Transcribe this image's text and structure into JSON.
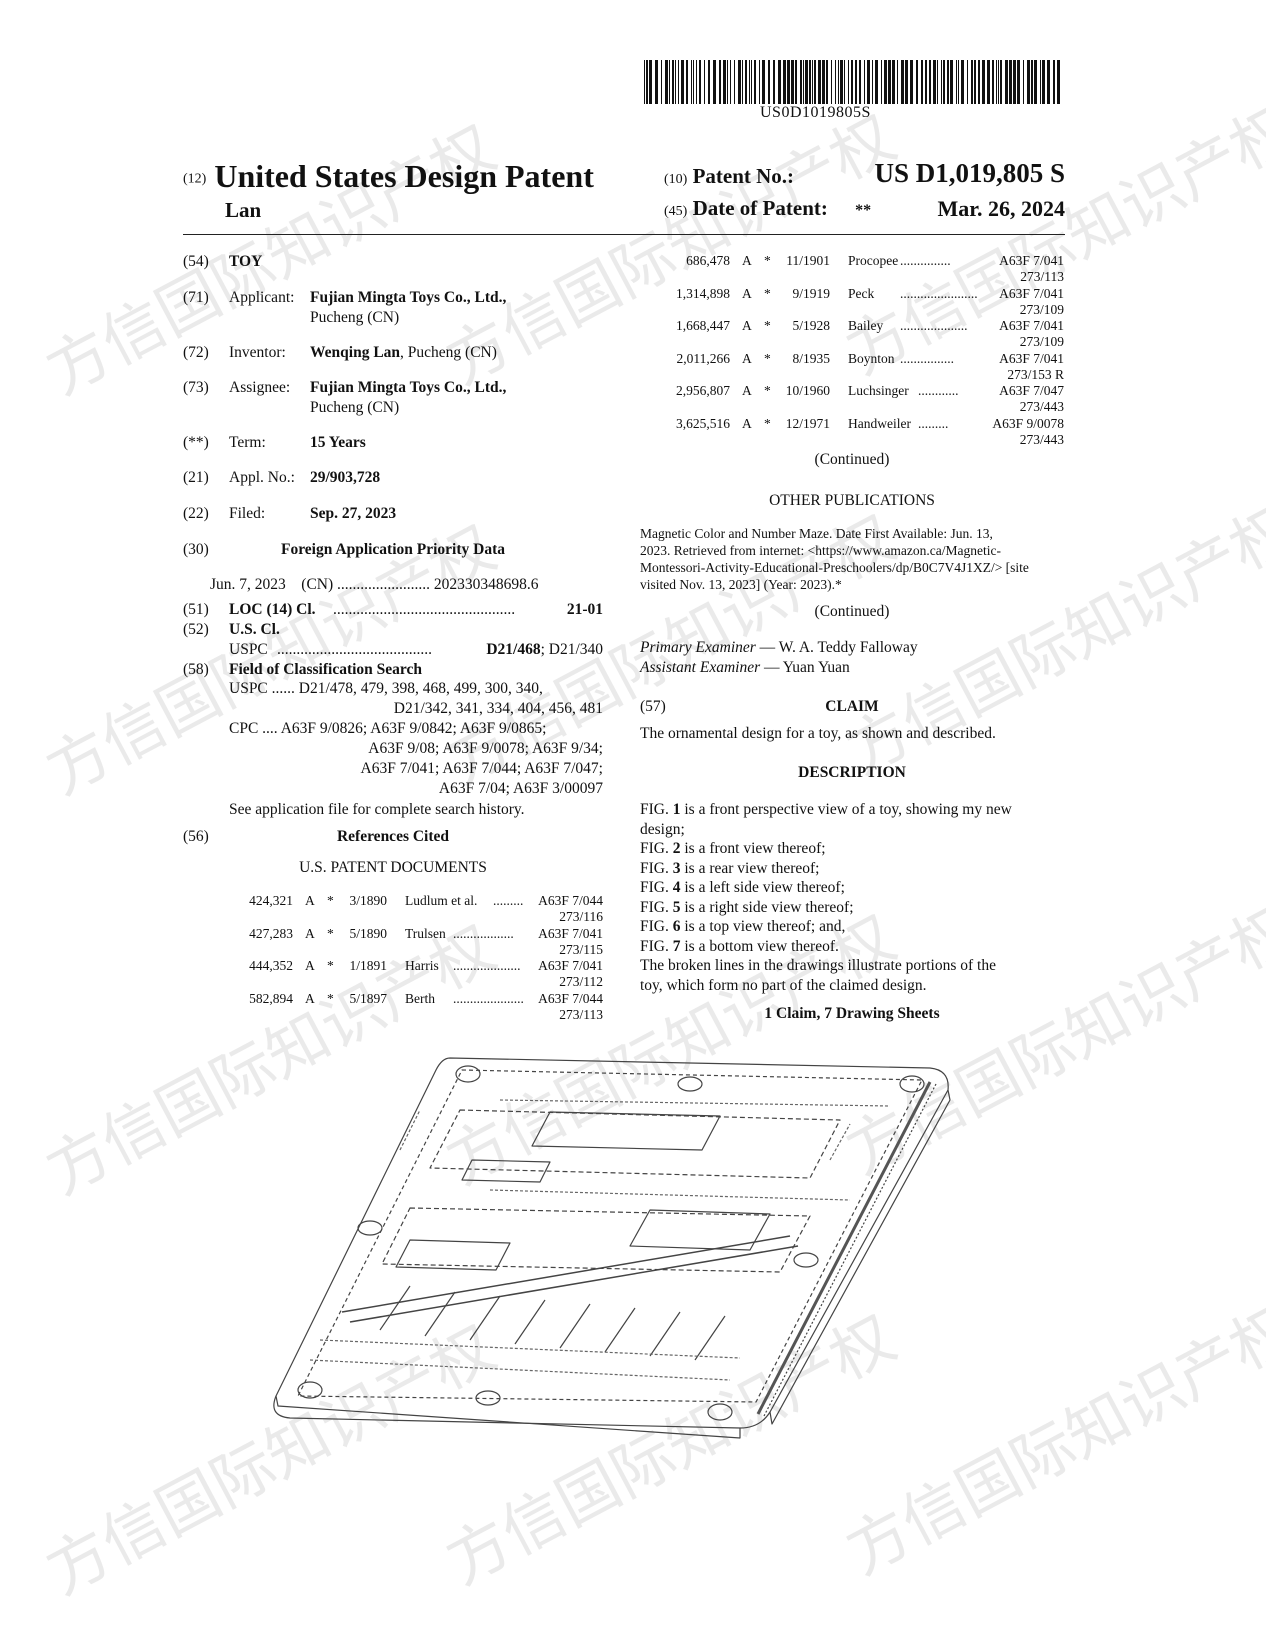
{
  "header": {
    "barcode_text": "US0D1019805S",
    "kind_code_12": "(12)",
    "title": "United States Design Patent",
    "inventor_short": "Lan",
    "code_10": "(10)",
    "patent_no_label": "Patent No.:",
    "patent_no": "US D1,019,805 S",
    "code_45": "(45)",
    "date_label": "Date of Patent:",
    "date_marker": "**",
    "date_value": "Mar. 26, 2024"
  },
  "fields": [
    {
      "code": "(54)",
      "label": "TOY",
      "value": ""
    },
    {
      "code": "(71)",
      "label": "Applicant:",
      "value": "Fujian Mingta Toys Co., Ltd.,",
      "value2": "Pucheng (CN)"
    },
    {
      "code": "(72)",
      "label": "Inventor:",
      "value": "Wenqing Lan",
      "value_rest": ", Pucheng (CN)"
    },
    {
      "code": "(73)",
      "label": "Assignee:",
      "value": "Fujian Mingta Toys Co., Ltd.,",
      "value2": "Pucheng (CN)"
    },
    {
      "code": "(**)",
      "label": "Term:",
      "value": "15 Years"
    },
    {
      "code": "(21)",
      "label": "Appl. No.:",
      "value": "29/903,728"
    },
    {
      "code": "(22)",
      "label": "Filed:",
      "value": "Sep. 27, 2023"
    }
  ],
  "priority": {
    "code": "(30)",
    "heading": "Foreign Application Priority Data",
    "line": "Jun. 7, 2023    (CN) ........................ 202330348698.6"
  },
  "classification": {
    "code51": "(51)",
    "loc_label": "LOC (14) Cl.",
    "loc_dots": "...............................................",
    "loc_value": "21-01",
    "code52": "(52)",
    "us_cl_label": "U.S. Cl.",
    "uspc_label": "USPC",
    "uspc_dots": "........................................",
    "uspc_bold": "D21/468",
    "uspc_rest": "; D21/340",
    "code58": "(58)",
    "search_heading": "Field of Classification Search",
    "search_lines": [
      "USPC ...... D21/478, 479, 398, 468, 499, 300, 340,",
      "D21/342, 341, 334, 404, 456, 481",
      "CPC .... A63F 9/0826; A63F 9/0842; A63F 9/0865;",
      "A63F 9/08; A63F 9/0078; A63F 9/34;",
      "A63F 7/041; A63F 7/044; A63F 7/047;",
      "A63F 7/04; A63F 3/00097"
    ],
    "see_file": "See application file for complete search history."
  },
  "references": {
    "code": "(56)",
    "heading": "References Cited",
    "subheading": "U.S. PATENT DOCUMENTS",
    "left": [
      {
        "num": "424,321",
        "kind": "A",
        "star": "*",
        "date": "3/1890",
        "name": "Ludlum et al.",
        "dots": ".........",
        "cls": "A63F 7/044",
        "sub": "273/116"
      },
      {
        "num": "427,283",
        "kind": "A",
        "star": "*",
        "date": "5/1890",
        "name": "Trulsen",
        "dots": "..................",
        "cls": "A63F 7/041",
        "sub": "273/115"
      },
      {
        "num": "444,352",
        "kind": "A",
        "star": "*",
        "date": "1/1891",
        "name": "Harris",
        "dots": "....................",
        "cls": "A63F 7/041",
        "sub": "273/112"
      },
      {
        "num": "582,894",
        "kind": "A",
        "star": "*",
        "date": "5/1897",
        "name": "Berth",
        "dots": ".....................",
        "cls": "A63F 7/044",
        "sub": "273/113"
      }
    ],
    "right": [
      {
        "num": "686,478",
        "kind": "A",
        "star": "*",
        "date": "11/1901",
        "name": "Procopee",
        "dots": "...............",
        "cls": "A63F 7/041",
        "sub": "273/113"
      },
      {
        "num": "1,314,898",
        "kind": "A",
        "star": "*",
        "date": "9/1919",
        "name": "Peck",
        "dots": ".......................",
        "cls": "A63F 7/041",
        "sub": "273/109"
      },
      {
        "num": "1,668,447",
        "kind": "A",
        "star": "*",
        "date": "5/1928",
        "name": "Bailey",
        "dots": "....................",
        "cls": "A63F 7/041",
        "sub": "273/109"
      },
      {
        "num": "2,011,266",
        "kind": "A",
        "star": "*",
        "date": "8/1935",
        "name": "Boynton",
        "dots": "................",
        "cls": "A63F 7/041",
        "sub": "273/153 R"
      },
      {
        "num": "2,956,807",
        "kind": "A",
        "star": "*",
        "date": "10/1960",
        "name": "Luchsinger",
        "dots": "............",
        "cls": "A63F 7/047",
        "sub": "273/443"
      },
      {
        "num": "3,625,516",
        "kind": "A",
        "star": "*",
        "date": "12/1971",
        "name": "Handweiler",
        "dots": ".........",
        "cls": "A63F 9/0078",
        "sub": "273/443"
      }
    ],
    "continued": "(Continued)"
  },
  "other_publications": {
    "heading": "OTHER PUBLICATIONS",
    "lines": [
      "Magnetic Color and Number Maze. Date First Available: Jun. 13,",
      "2023. Retrieved from internet: <https://www.amazon.ca/Magnetic-",
      "Montessori-Activity-Educational-Preschoolers/dp/B0C7V4J1XZ/> [site",
      "visited Nov. 13, 2023] (Year: 2023).*"
    ],
    "continued": "(Continued)"
  },
  "examiners": {
    "primary_label": "Primary Examiner",
    "primary_name": " — W. A. Teddy Falloway",
    "assistant_label": "Assistant Examiner",
    "assistant_name": " — Yuan Yuan"
  },
  "claim": {
    "code": "(57)",
    "heading": "CLAIM",
    "text": "The ornamental design for a toy, as shown and described."
  },
  "description": {
    "heading": "DESCRIPTION",
    "figs": [
      {
        "pre": "FIG. ",
        "num": "1",
        "post": " is a front perspective view of a toy, showing my new"
      },
      {
        "pre": "",
        "num": "",
        "post": "design;"
      },
      {
        "pre": "FIG. ",
        "num": "2",
        "post": " is a front view thereof;"
      },
      {
        "pre": "FIG. ",
        "num": "3",
        "post": " is a rear view thereof;"
      },
      {
        "pre": "FIG. ",
        "num": "4",
        "post": " is a left side view thereof;"
      },
      {
        "pre": "FIG. ",
        "num": "5",
        "post": " is a right side view thereof;"
      },
      {
        "pre": "FIG. ",
        "num": "6",
        "post": " is a top view thereof; and,"
      },
      {
        "pre": "FIG. ",
        "num": "7",
        "post": " is a bottom view thereof."
      }
    ],
    "broken_lines": [
      "The broken lines in the drawings illustrate portions of the",
      "toy, which form no part of the claimed design."
    ],
    "sheets": "1 Claim, 7 Drawing Sheets"
  },
  "watermark_text": "方信国际知识产权"
}
